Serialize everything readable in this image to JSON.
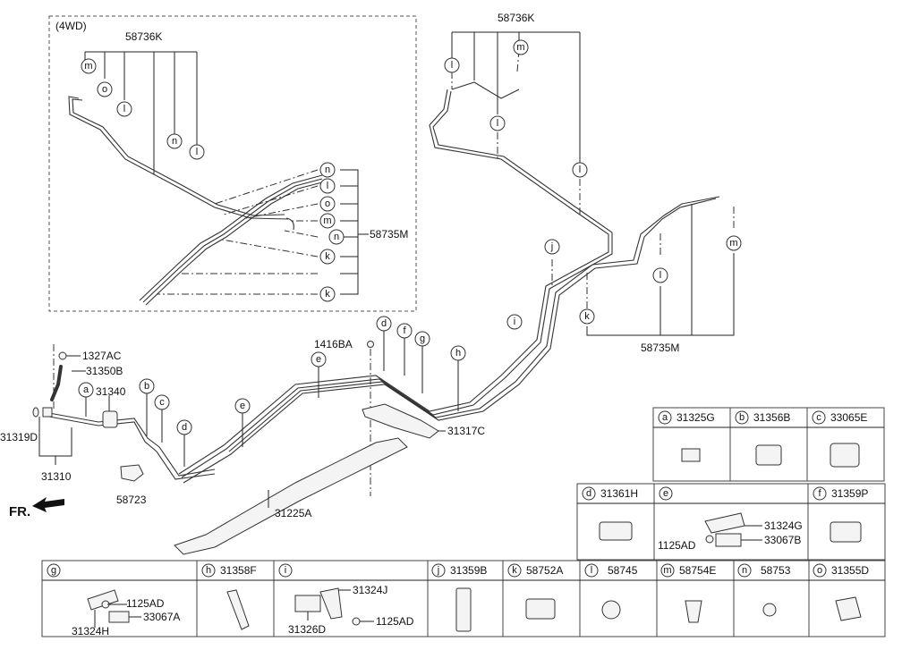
{
  "inset": {
    "title": "(4WD)",
    "top_ref": "58736K",
    "right_ref": "58735M"
  },
  "main": {
    "top_ref": "58736K",
    "right_ref": "58735M",
    "parts": {
      "p1327AC": "1327AC",
      "p31350B": "31350B",
      "p31340": "31340",
      "p31319D": "31319D",
      "p31310": "31310",
      "p58723": "58723",
      "p1416BA": "1416BA",
      "p31317C": "31317C",
      "p31225A": "31225A"
    },
    "fr_label": "FR."
  },
  "letters": {
    "a": "a",
    "b": "b",
    "c": "c",
    "d": "d",
    "e": "e",
    "f": "f",
    "g": "g",
    "h": "h",
    "i": "i",
    "j": "j",
    "k": "k",
    "l": "l",
    "m": "m",
    "n": "n",
    "o": "o"
  },
  "table": {
    "a": {
      "letter": "a",
      "part": "31325G"
    },
    "b": {
      "letter": "b",
      "part": "31356B"
    },
    "c": {
      "letter": "c",
      "part": "33065E"
    },
    "d": {
      "letter": "d",
      "part": "31361H"
    },
    "e": {
      "letter": "e",
      "part": "",
      "sub": [
        "31324G",
        "1125AD",
        "33067B"
      ]
    },
    "f": {
      "letter": "f",
      "part": "31359P"
    },
    "g": {
      "letter": "g",
      "part": "",
      "sub": [
        "1125AD",
        "33067A",
        "31324H"
      ]
    },
    "h": {
      "letter": "h",
      "part": "31358F"
    },
    "i": {
      "letter": "i",
      "part": "",
      "sub": [
        "31324J",
        "31326D",
        "1125AD"
      ]
    },
    "j": {
      "letter": "j",
      "part": "31359B"
    },
    "k": {
      "letter": "k",
      "part": "58752A"
    },
    "l": {
      "letter": "l",
      "part": "58745"
    },
    "m": {
      "letter": "m",
      "part": "58754E"
    },
    "n": {
      "letter": "n",
      "part": "58753"
    },
    "o": {
      "letter": "o",
      "part": "31355D"
    }
  }
}
